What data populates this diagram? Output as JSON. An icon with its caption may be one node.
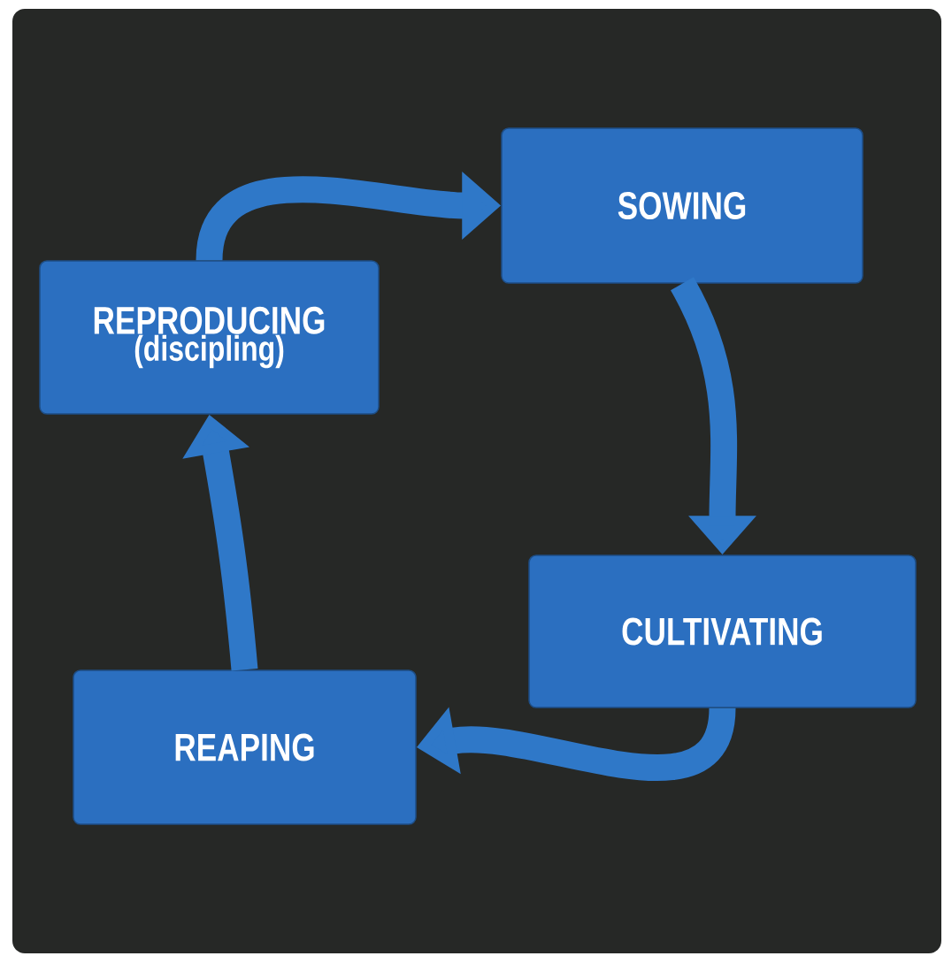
{
  "diagram": {
    "nodes": [
      {
        "text": [
          "SOWING"
        ]
      },
      {
        "text": [
          "REPRODUCING",
          "(discipling)"
        ]
      },
      {
        "text": [
          "CULTIVATING"
        ]
      },
      {
        "text": [
          "REAPING"
        ]
      }
    ],
    "edges": [
      {
        "from": 1,
        "to": 0,
        "arrow": "to"
      },
      {
        "from": 0,
        "to": 2,
        "arrow": "to"
      },
      {
        "from": 2,
        "to": 3,
        "arrow": "to"
      },
      {
        "from": 3,
        "to": 1,
        "arrow": "to"
      }
    ]
  }
}
